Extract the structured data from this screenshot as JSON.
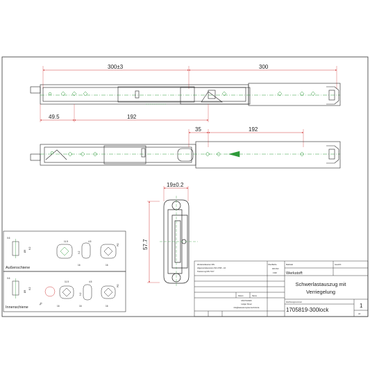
{
  "dimensions": {
    "d300_3": "300±3",
    "d300": "300",
    "d49_5": "49.5",
    "d192_top": "192",
    "d35": "35",
    "d192_mid": "192",
    "d19": "19±0.2",
    "d57_7": "57.7"
  },
  "details": {
    "outer_label": "Außenschiene",
    "inner_label": "Innenschiene",
    "o_06": "0.6",
    "o_62": "6.2",
    "o_03": "Ø3",
    "o_115": "11.5",
    "o_45": "4.5",
    "o_16a": "16",
    "o_16b": "16",
    "o_92": "9.2",
    "o_pd": "PG",
    "i_06": "0.6",
    "i_62": "6.2",
    "i_03": "Ø3",
    "i_115": "11.5",
    "i_45": "4.5",
    "i_16a": "16",
    "i_16b": "16",
    "i_16c": "16",
    "i_92": "9.2",
    "i_m5": "M5",
    "i_pd": "PG"
  },
  "titleblock": {
    "material_std_1": "Werkstückkanten DIN",
    "material_std_2": "Allgemeintoleranzen ISO 2768 - mK",
    "material_std_3": "Tolerierung DIN 7167",
    "surface_label": "Oberfläche",
    "surface_1": "DIN ISO",
    "surface_2": "1302",
    "scale_label": "Maßstab",
    "weight_label": "Gewicht",
    "material_label": "Werkstoff:",
    "header_datum": "Datum",
    "header_name": "Name",
    "company_1": "MULTILIDES",
    "company_2": "Holger Shuel",
    "company_3": "info@kassetensystemtechnik.de",
    "title_line_1": "Schwerlastauszug mit",
    "title_line_2": "Verriegelung",
    "drawing_no_label": "Zeichnungsnummer",
    "drawing_no": "1705819-300lock",
    "sheet_no": "1",
    "sheet_fmt": "A3"
  },
  "colors": {
    "line": "#222222",
    "dimension": "#d23a3a",
    "center": "#2e9a3a",
    "background": "#ffffff"
  }
}
